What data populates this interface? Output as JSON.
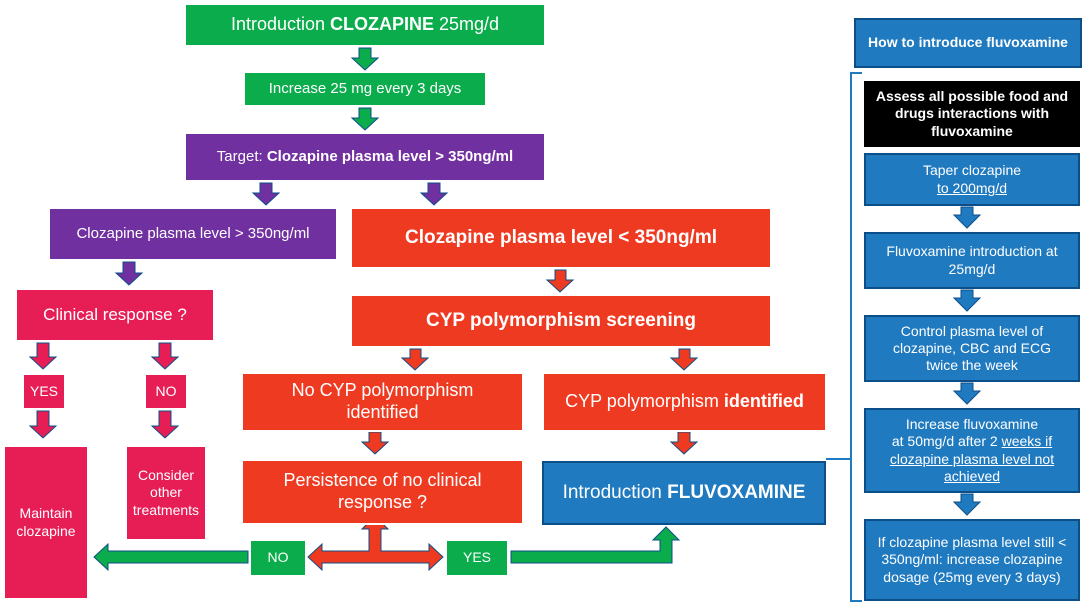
{
  "left_flow": {
    "intro": {
      "prefix": "Introduction ",
      "drug": "CLOZAPINE",
      "dose": " 25mg/d"
    },
    "increase": "Increase 25 mg every 3 days",
    "target": {
      "prefix": "Target: ",
      "value": "Clozapine plasma level  > 350ng/ml"
    },
    "above": "Clozapine plasma level > 350ng/ml",
    "below": "Clozapine plasma level < 350ng/ml",
    "clinical_response": "Clinical response ?",
    "yes": "YES",
    "no": "NO",
    "maintain": "Maintain clozapine",
    "consider": "Consider other treatments",
    "cyp_screening": "CYP polymorphism screening",
    "no_cyp": "No CYP polymorphism identified",
    "cyp_identified": {
      "prefix": "CYP polymorphism ",
      "bold": "identified"
    },
    "persistence": "Persistence of no clinical response ?",
    "intro_fluvox": {
      "prefix": "Introduction ",
      "bold": "FLUVOXAMINE"
    },
    "bottom_no": "NO",
    "bottom_yes": "YES"
  },
  "right_panel": {
    "header": "How to introduce fluvoxamine",
    "assess": "Assess all possible food and drugs interactions with fluvoxamine",
    "taper": {
      "line1": "Taper clozapine",
      "line2": "to 200mg/d"
    },
    "fluvox_intro": "Fluvoxamine introduction at 25mg/d",
    "control": "Control plasma level of clozapine, CBC and ECG twice the week",
    "increase_fluvox": {
      "line1": "Increase fluvoxamine",
      "line2a": "at 50mg/d after 2 ",
      "line2b": "weeks if",
      "line3": "clozapine plasma level not",
      "line4": "achieved"
    },
    "if_still": "If clozapine plasma level still < 350ng/ml: increase clozapine dosage (25mg every 3 days)"
  },
  "colors": {
    "green": "#0aac4b",
    "purple": "#7030a0",
    "red": "#ef3a22",
    "pink": "#e71d56",
    "blue": "#1f7ac0",
    "black": "#000000"
  }
}
